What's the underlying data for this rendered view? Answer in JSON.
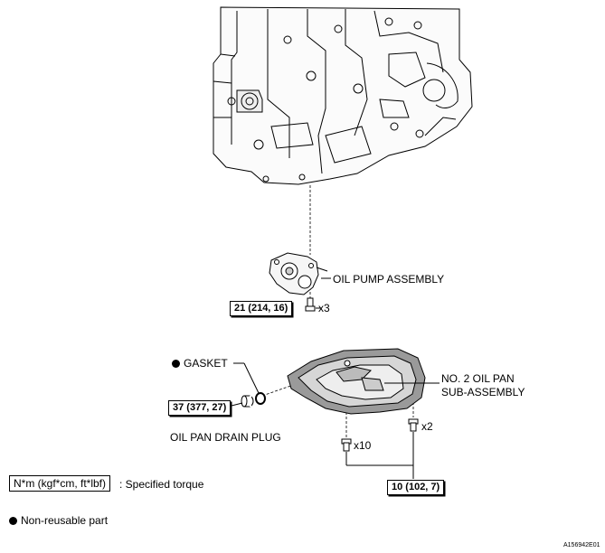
{
  "parts": {
    "oil_pump": "OIL PUMP ASSEMBLY",
    "gasket": "GASKET",
    "oil_pan_line1": "NO. 2 OIL PAN",
    "oil_pan_line2": "SUB-ASSEMBLY",
    "drain_plug": "OIL PAN DRAIN PLUG"
  },
  "torques": {
    "oil_pump": "21 (214, 16)",
    "drain_plug": "37 (377, 27)",
    "oil_pan": "10 (102, 7)"
  },
  "quantities": {
    "oil_pump_bolts": "x3",
    "oil_pan_bolts_a": "x10",
    "oil_pan_bolts_b": "x2"
  },
  "legend": {
    "torque_unit": "N*m (kgf*cm, ft*lbf)",
    "torque_desc": ": Specified torque",
    "non_reusable": "Non-reusable part"
  },
  "figure_id": "A156942E01"
}
